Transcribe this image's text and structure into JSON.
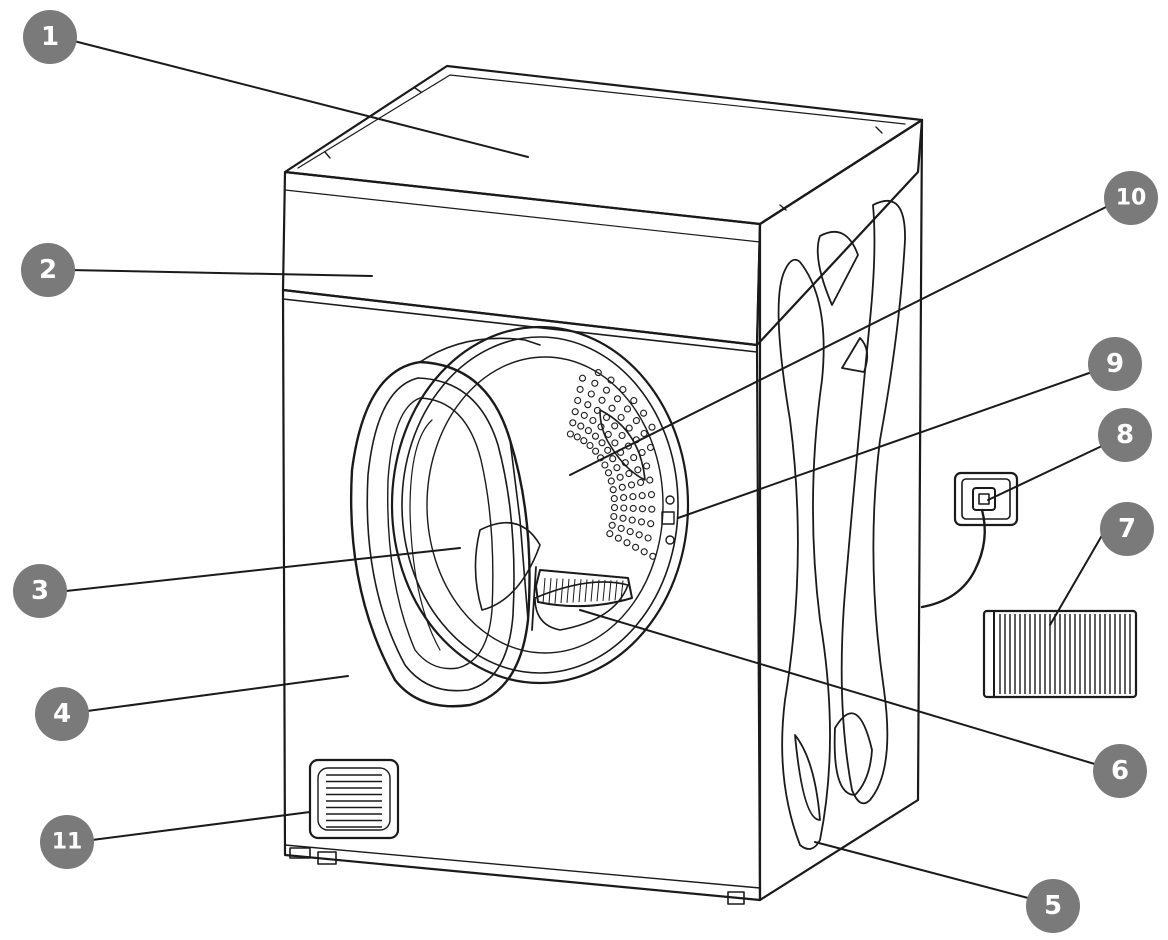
{
  "colors": {
    "badge_fill": "#7a7a7a",
    "badge_text": "#ffffff",
    "line": "#1a1a1a",
    "background": "#ffffff"
  },
  "callouts": [
    {
      "number": "1"
    },
    {
      "number": "2"
    },
    {
      "number": "3"
    },
    {
      "number": "4"
    },
    {
      "number": "5"
    },
    {
      "number": "6"
    },
    {
      "number": "7"
    },
    {
      "number": "8"
    },
    {
      "number": "9"
    },
    {
      "number": "10"
    },
    {
      "number": "11"
    }
  ]
}
